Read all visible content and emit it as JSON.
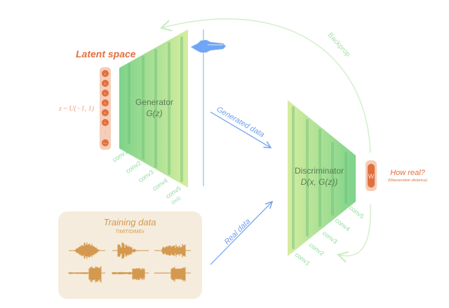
{
  "latent": {
    "title": "Latent space",
    "distribution": "z ~ U(−1, 1)",
    "nodes": [
      "z₁",
      "z₂",
      "z₃",
      "z₄",
      "z₅",
      "z₆",
      "⋮",
      "z₁₀₀"
    ]
  },
  "generator": {
    "name": "Generator",
    "formula": "G(z)",
    "layers": [
      "conv1",
      "conv2",
      "conv3",
      "conv4",
      "conv5"
    ],
    "out_label": "(out)"
  },
  "discriminator": {
    "name": "Discriminator",
    "formula": "D(x, G(z))",
    "layers": [
      "conv1",
      "conv2",
      "conv3",
      "conv4",
      "conv5"
    ]
  },
  "output": {
    "symbol": "W",
    "question": "How real?",
    "note": "(Wasserstein distance)"
  },
  "arrows": {
    "generated": "Generated data",
    "real": "Real data",
    "backprop": "Backprop"
  },
  "training": {
    "title": "Training data",
    "dataset": "TIMIT/DIMEx"
  },
  "colors": {
    "accent_orange": "#e0703f",
    "green": "#7dd38a",
    "light_green": "#d6eda0",
    "blue": "#6fa0f0",
    "training_bg": "#f5ecdd",
    "waveform": "#d4994f"
  }
}
